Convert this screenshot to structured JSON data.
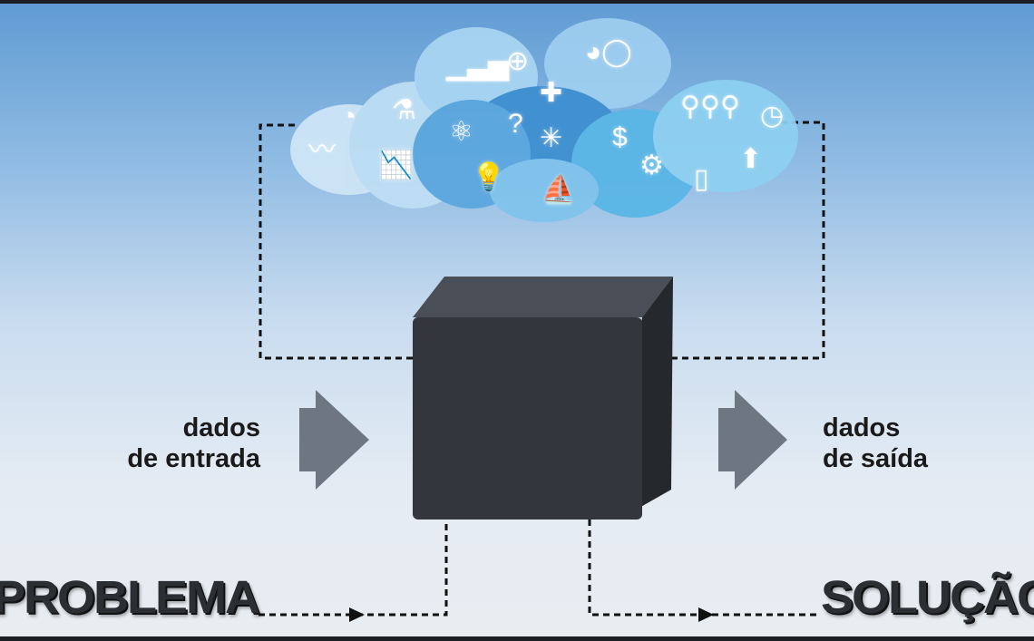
{
  "input_label": {
    "line1": "dados",
    "line2": "de entrada"
  },
  "output_label": {
    "line1": "dados",
    "line2": "de saída"
  },
  "problem_title": "PROBLEMA",
  "solution_title": "SOLUÇÃO",
  "cloud_icons": [
    "wave-chart",
    "pie-chart",
    "flask",
    "line-chart",
    "bar-chart",
    "target",
    "atom",
    "question-mark",
    "network",
    "dollar",
    "lightbulb",
    "sailboat",
    "pie-charts",
    "puzzle-piece",
    "people-hierarchy",
    "clock",
    "gears",
    "upload-arrow",
    "document"
  ],
  "colors": {
    "box": "#2e3238",
    "arrow": "#6e7682",
    "cloud": "#7ec6ee"
  }
}
